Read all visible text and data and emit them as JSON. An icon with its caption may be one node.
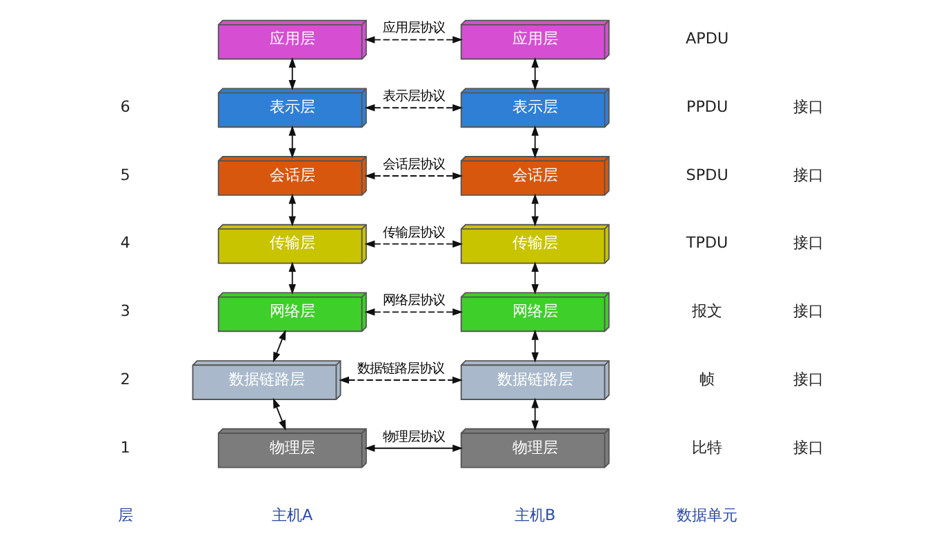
{
  "diagram": {
    "nodes": [
      {
        "text": [
          "应用层"
        ]
      },
      {
        "text": [
          "表示层"
        ]
      },
      {
        "text": [
          "会话层"
        ]
      },
      {
        "text": [
          "传输层"
        ]
      },
      {
        "text": [
          "网络层"
        ]
      },
      {
        "text": [
          "数据链路层"
        ]
      },
      {
        "text": [
          "物理层"
        ]
      },
      {
        "text": [
          "应用层"
        ]
      },
      {
        "text": [
          "表示层"
        ]
      },
      {
        "text": [
          "会话层"
        ]
      },
      {
        "text": [
          "传输层"
        ]
      },
      {
        "text": [
          "网络层"
        ]
      },
      {
        "text": [
          "数据链路层"
        ]
      },
      {
        "text": [
          "物理层"
        ]
      }
    ],
    "edges": [
      {
        "from": 0,
        "to": 7,
        "arrow": "both",
        "label": "应用层协议",
        "style": "dashed"
      },
      {
        "from": 0,
        "to": 1,
        "arrow": "both"
      },
      {
        "from": 7,
        "to": 8,
        "arrow": "both"
      },
      {
        "from": 1,
        "to": 8,
        "arrow": "both",
        "label": "表示层协议",
        "style": "dashed"
      },
      {
        "from": 1,
        "to": 2,
        "arrow": "both"
      },
      {
        "from": 8,
        "to": 9,
        "arrow": "both"
      },
      {
        "from": 2,
        "to": 9,
        "arrow": "both",
        "label": "会话层协议",
        "style": "dashed"
      },
      {
        "from": 2,
        "to": 3,
        "arrow": "both"
      },
      {
        "from": 9,
        "to": 10,
        "arrow": "both"
      },
      {
        "from": 3,
        "to": 10,
        "arrow": "both",
        "label": "传输层协议",
        "style": "dashed"
      },
      {
        "from": 3,
        "to": 4,
        "arrow": "both"
      },
      {
        "from": 10,
        "to": 11,
        "arrow": "both"
      },
      {
        "from": 4,
        "to": 11,
        "arrow": "both",
        "label": "网络层协议",
        "style": "dashed"
      },
      {
        "from": 4,
        "to": 5,
        "arrow": "both"
      },
      {
        "from": 11,
        "to": 12,
        "arrow": "both"
      },
      {
        "from": 5,
        "to": 12,
        "arrow": "both",
        "label": "数据链路层协议",
        "style": "dashed"
      },
      {
        "from": 5,
        "to": 6,
        "arrow": "both"
      },
      {
        "from": 12,
        "to": 13,
        "arrow": "both"
      },
      {
        "from": 6,
        "to": 13,
        "arrow": "both",
        "label": "物理层协议"
      }
    ],
    "labels": [
      "APDU",
      "6",
      "接口",
      "PPDU",
      "5",
      "接口",
      "SPDU",
      "4",
      "接口",
      "TPDU",
      "3",
      "接口",
      "报文",
      "2",
      "接口",
      "帧",
      "1",
      "接口",
      "比特",
      "层",
      "主机A",
      "主机B",
      "数据单元"
    ]
  }
}
